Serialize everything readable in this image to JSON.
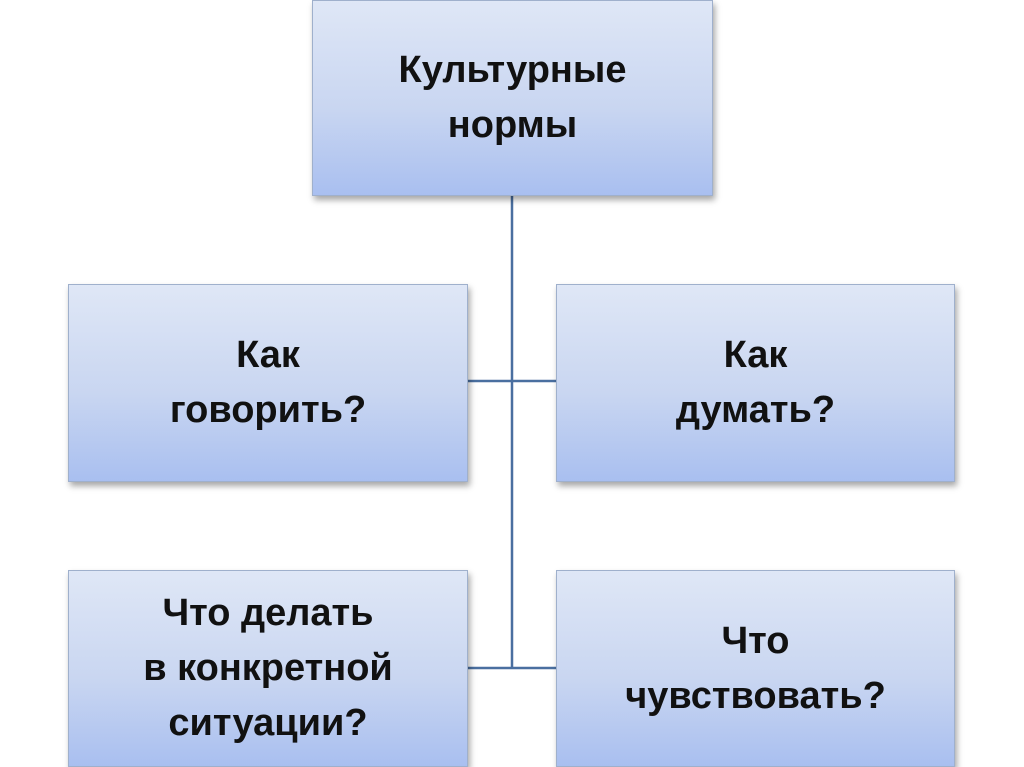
{
  "diagram": {
    "root": {
      "label": "Культурные\nнормы"
    },
    "children": [
      {
        "id": "speak",
        "label": "Как\nговорить?"
      },
      {
        "id": "think",
        "label": "Как\nдумать?"
      },
      {
        "id": "do",
        "label": "Что делать\nв конкретной\nситуации?"
      },
      {
        "id": "feel",
        "label": "Что\nчувствовать?"
      }
    ]
  },
  "colors": {
    "box_top": "#dfe7f6",
    "box_bottom": "#a9bff0",
    "box_border": "#9fb0cc",
    "connector": "#4a6fa0"
  }
}
